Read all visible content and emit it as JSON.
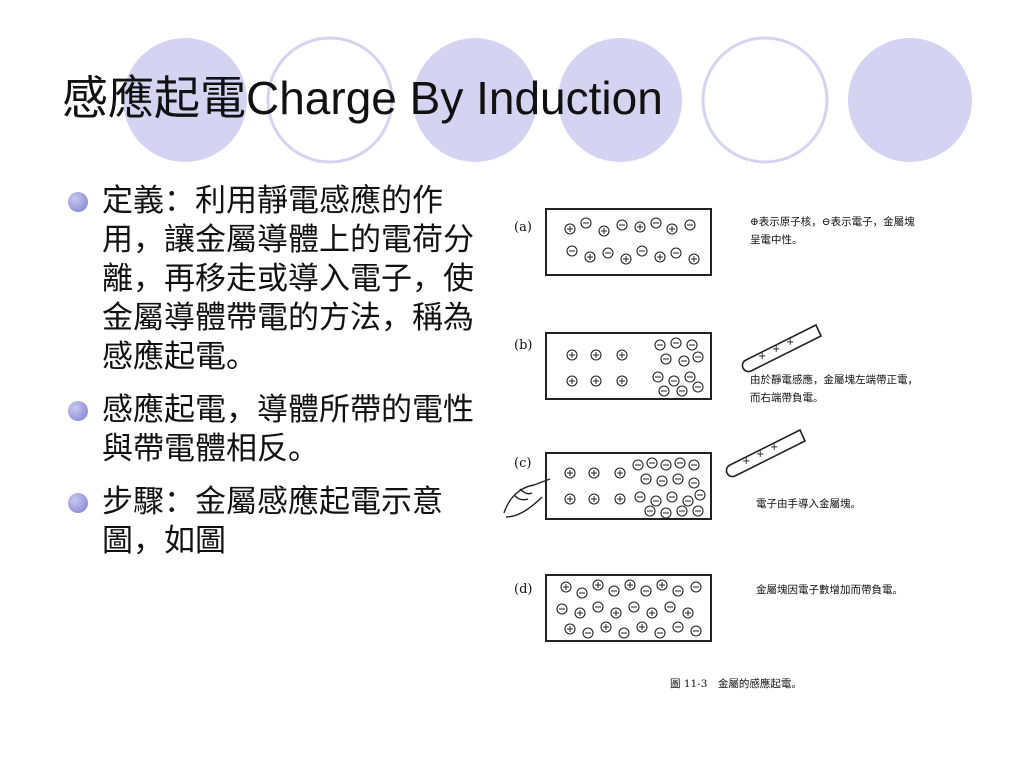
{
  "slide": {
    "title_zh": "感應起電",
    "title_en": "Charge By Induction",
    "bullets": [
      "定義：利用靜電感應的作用，讓金屬導體上的電荷分離，再移走或導入電子，使金屬導體帶電的方法，稱為感應起電。",
      "感應起電，導體所帶的電性與帶電體相反。",
      "步驟：金屬感應起電示意圖，如圖"
    ]
  },
  "figure": {
    "panels": [
      {
        "label": "(a)",
        "caption_lines": [
          "⊕表示原子核，⊖表示電子，金屬塊",
          "呈電中性。"
        ]
      },
      {
        "label": "(b)",
        "caption_lines": [
          "由於靜電感應，金屬塊左端帶正電，",
          "而右端帶負電。"
        ]
      },
      {
        "label": "(c)",
        "caption_lines": [
          "電子由手導入金屬塊。"
        ]
      },
      {
        "label": "(d)",
        "caption_lines": [
          "金屬塊因電子數增加而帶負電。"
        ]
      }
    ],
    "figure_caption": "圖 11-3　金屬的感應起電。"
  },
  "colors": {
    "circle_fill": "#d4d4f2",
    "circle_outline": "#d4d4f2",
    "bullet": "#8484d6"
  }
}
